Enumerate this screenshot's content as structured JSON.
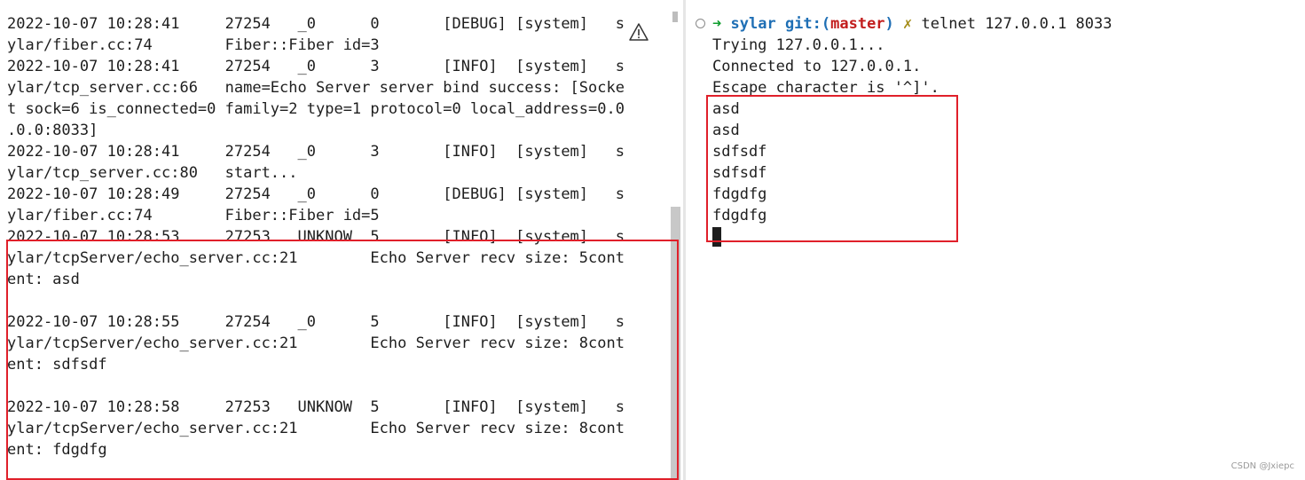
{
  "left_terminal": {
    "lines": [
      "2022-10-07 10:28:41     27254   _0      0       [DEBUG] [system]   s",
      "ylar/fiber.cc:74        Fiber::Fiber id=3",
      "2022-10-07 10:28:41     27254   _0      3       [INFO]  [system]   s",
      "ylar/tcp_server.cc:66   name=Echo Server server bind success: [Socke",
      "t sock=6 is_connected=0 family=2 type=1 protocol=0 local_address=0.0",
      ".0.0:8033]",
      "2022-10-07 10:28:41     27254   _0      3       [INFO]  [system]   s",
      "ylar/tcp_server.cc:80   start...",
      "2022-10-07 10:28:49     27254   _0      0       [DEBUG] [system]   s",
      "ylar/fiber.cc:74        Fiber::Fiber id=5",
      "2022-10-07 10:28:53     27253   UNKNOW  5       [INFO]  [system]   s",
      "ylar/tcpServer/echo_server.cc:21        Echo Server recv size: 5cont",
      "ent: asd",
      "",
      "2022-10-07 10:28:55     27254   _0      5       [INFO]  [system]   s",
      "ylar/tcpServer/echo_server.cc:21        Echo Server recv size: 8cont",
      "ent: sdfsdf",
      "",
      "2022-10-07 10:28:58     27253   UNKNOW  5       [INFO]  [system]   s",
      "ylar/tcpServer/echo_server.cc:21        Echo Server recv size: 8cont",
      "ent: fdgdfg"
    ]
  },
  "right_terminal": {
    "prompt": {
      "arrow": "➜",
      "repo": "sylar",
      "git_label": "git:(",
      "branch": "master",
      "git_close": ")",
      "dirty_mark": "✗",
      "command": "telnet 127.0.0.1 8033"
    },
    "lines": [
      "Trying 127.0.0.1...",
      "Connected to 127.0.0.1.",
      "Escape character is '^]'.",
      "asd",
      "asd",
      "sdfsdf",
      "sdfsdf",
      "fdgdfg",
      "fdgdfg"
    ]
  },
  "watermark": "CSDN @Jxiepc",
  "colors": {
    "highlight_box": "#e0202a",
    "prompt_arrow": "#0f9d2e",
    "repo_name": "#1f6fb5",
    "branch_name": "#c21d1d"
  }
}
